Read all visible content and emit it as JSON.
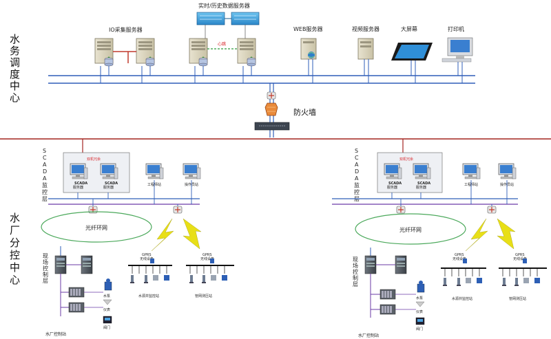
{
  "center": {
    "vertical_label": [
      "水",
      "务",
      "调",
      "度",
      "中",
      "心"
    ],
    "io_server_label": "IO采集服务器",
    "history_server_label": "实时/历史数据服务器",
    "heartbeat_label": "心跳",
    "web_server_label": "WEB服务器",
    "video_server_label": "视频服务器",
    "big_screen_label": "大屏幕",
    "printer_label": "打印机",
    "firewall_label": "防火墙"
  },
  "plant": {
    "vertical_label": [
      "水",
      "厂",
      "分",
      "控",
      "中",
      "心"
    ],
    "scada_layer_label": [
      "S",
      "C",
      "A",
      "D",
      "A",
      "监",
      "控",
      "层"
    ],
    "redundancy_label": "双机冗余",
    "scada_server_label": "SCADA",
    "scada_server_sub": "服务器",
    "engineer_station_label": "工程师站",
    "operator_station_label": "操作员站",
    "fiber_ring_label": "光纤环网",
    "gprs_label": "GPRS",
    "wireless_label": "无线设备",
    "field_layer_label": [
      "现",
      "场",
      "控",
      "制",
      "层"
    ],
    "pump_label": "水泵",
    "meter_label": "仪表",
    "valve_label": "阀门",
    "well_station_label": "水源井监控站",
    "pipe_station_label": "管网测压站",
    "plant_station_label": "水厂控制站"
  },
  "colors": {
    "bus_blue": "#2e5db8",
    "red_line": "#a3231f",
    "fiber_green": "#4aa85a",
    "bolt_yellow": "#e8df17",
    "purple_bus": "#6a3aa6"
  }
}
